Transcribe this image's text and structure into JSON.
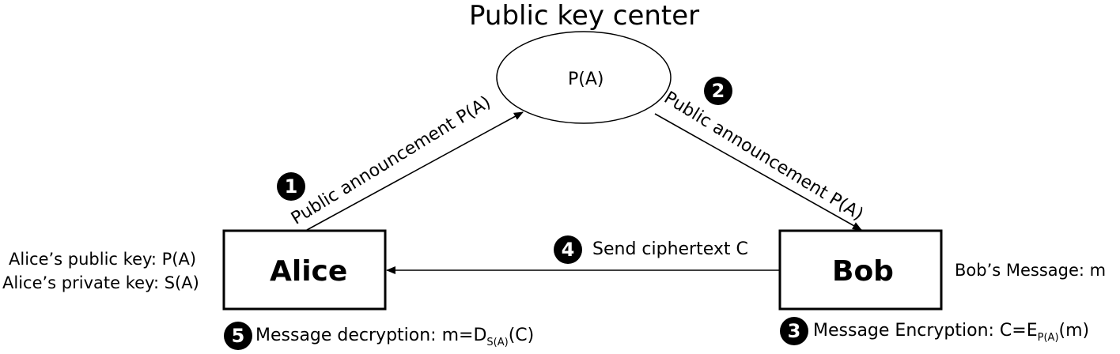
{
  "title": "Public key center",
  "center_node": {
    "label": "P(A)"
  },
  "alice": {
    "label": "Alice",
    "public_key": "Alice’s public key: P(A)",
    "private_key": "Alice’s private key: S(A)"
  },
  "bob": {
    "label": "Bob",
    "message": "Bob’s Message: m"
  },
  "steps": {
    "s1": {
      "num": "1",
      "text": "Public announcement P(A)"
    },
    "s2": {
      "num": "2",
      "text": "Public announcement P(A)"
    },
    "s3": {
      "num": "3",
      "prefix": "Message Encryption: C=E",
      "sub": "P(A)",
      "suffix": "(m)"
    },
    "s4": {
      "num": "4",
      "text": "Send ciphertext C"
    },
    "s5": {
      "num": "5",
      "prefix": "Message decryption: m=D",
      "sub": "S(A)",
      "suffix": "(C)"
    }
  }
}
